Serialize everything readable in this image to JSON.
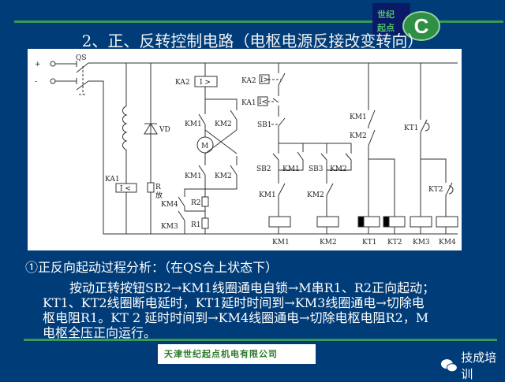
{
  "logo": {
    "text_line1": "世纪",
    "text_line2": "起点",
    "badge": "C"
  },
  "title": "2、正、反转控制电路（电枢电源反接改变转向）",
  "diagram": {
    "power": {
      "plus": "+",
      "minus": "-",
      "switch": "QS"
    },
    "main_labels": {
      "ka2": "KA2",
      "ka2_box": "I >",
      "ka1": "KA1",
      "ka1_box": "I <",
      "vd": "VD",
      "r_field": "R",
      "r_sub": "放",
      "km1_top": "KM1",
      "km2_top": "KM2",
      "motor": "M",
      "km1_bot": "KM1",
      "km2_bot": "KM2",
      "km4": "KM4",
      "km3": "KM3",
      "r2": "R2",
      "r1": "R1"
    },
    "control_labels": {
      "ka2": "KA2",
      "ka2_box": "I>",
      "ka1": "KA1",
      "ka1_box": "I<",
      "sb1": "SB1",
      "sb2": "SB2",
      "km1_hold": "KM1",
      "sb3": "SB3",
      "km2_hold": "KM2",
      "km1_nc": "KM1",
      "km2_nc": "KM2",
      "kt_km1": "KM1",
      "kt_km2": "KM2",
      "kt1": "KT1",
      "kt2": "KT2"
    },
    "coils": [
      "KM1",
      "KM2",
      "KT1",
      "KT2",
      "KM3",
      "KM4"
    ]
  },
  "analysis": {
    "heading": "①正反向起动过程分析：（在QS合上状态下）",
    "lines": [
      "按动正转按钮SB2→KM1线圈通电自锁→M串R1、R2正向起动；",
      "KT1、KT2线圈断电延时，KT1延时时间到→KM3线圈通电→切除电",
      "枢电阻R1。KT 2 延时时间到→KM4线圈通电→切除电枢电阻R2，M",
      "电枢全压正向运行。"
    ]
  },
  "footer": {
    "company": "天津世纪起点机电有限公司",
    "wechat": "技成培训"
  },
  "colors": {
    "background": "#003c78",
    "accent_green": "#3a9a55"
  }
}
